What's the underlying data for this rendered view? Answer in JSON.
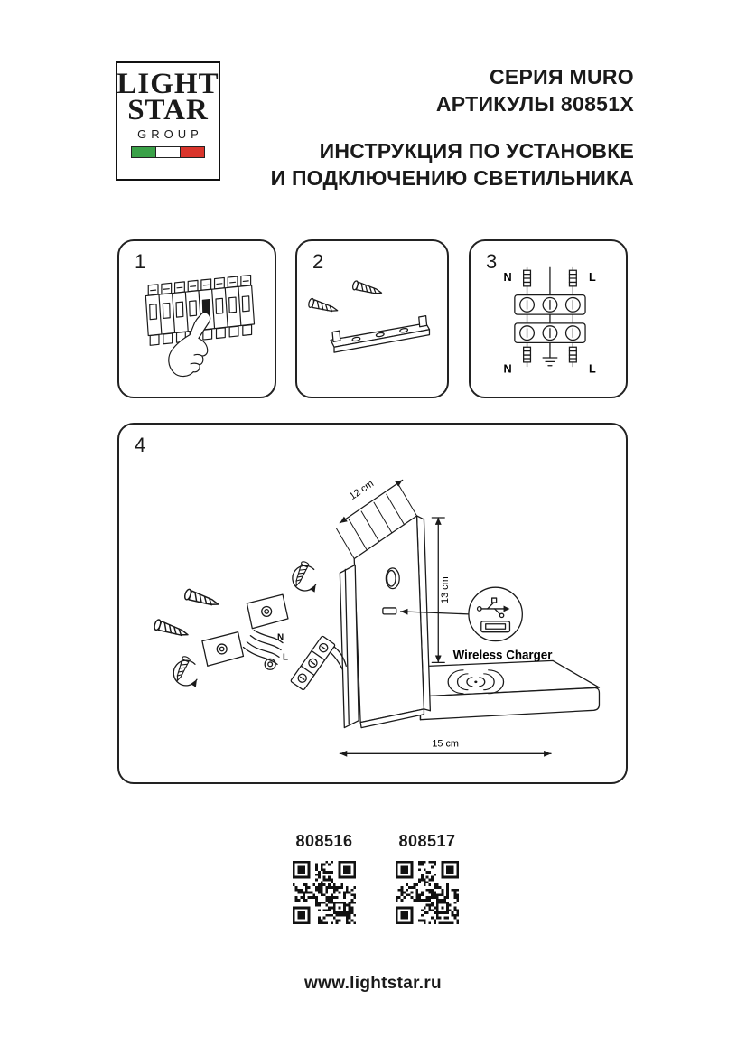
{
  "colors": {
    "ink": "#1a1a1a",
    "flag_green": "#3aa148",
    "flag_red": "#d9352c"
  },
  "logo": {
    "light": "LIGHT",
    "star": "STAR",
    "group": "GROUP"
  },
  "header": {
    "series": "СЕРИЯ MURO",
    "articles": "АРТИКУЛЫ 80851X",
    "title_line1": "ИНСТРУКЦИЯ ПО УСТАНОВКЕ",
    "title_line2": "И ПОДКЛЮЧЕНИЮ СВЕТИЛЬНИКА"
  },
  "steps": [
    {
      "number": "1"
    },
    {
      "number": "2"
    },
    {
      "number": "3",
      "labels": {
        "top_left": "N",
        "top_right": "L",
        "bottom_left": "N",
        "bottom_right": "L"
      }
    },
    {
      "number": "4",
      "dimensions": {
        "depth": "12 cm",
        "height": "13 cm",
        "width": "15 cm"
      },
      "labels": {
        "neutral": "N",
        "line": "L",
        "wireless": "Wireless Charger"
      }
    }
  ],
  "products": [
    {
      "code": "808516"
    },
    {
      "code": "808517"
    }
  ],
  "footer": {
    "website": "www.lightstar.ru"
  }
}
